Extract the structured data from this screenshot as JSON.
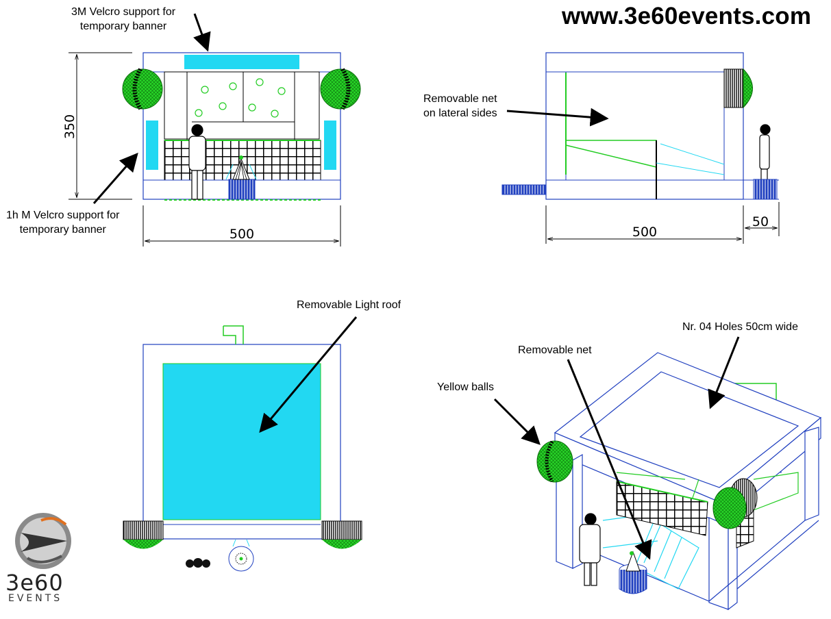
{
  "header": {
    "website": "www.3e60events.com"
  },
  "annotations": {
    "top_banner": [
      "3M Velcro support for",
      "temporary banner"
    ],
    "side_banner": [
      "1h M Velcro support for",
      "temporary banner"
    ],
    "lateral_net": [
      "Removable net",
      "on lateral sides"
    ],
    "light_roof": "Removable Light roof",
    "holes": "Nr. 04 Holes 50cm wide",
    "removable_net": "Removable net",
    "yellow_balls": "Yellow balls"
  },
  "dimensions": {
    "front_height": "350",
    "front_width": "500",
    "side_width": "500",
    "side_extra": "50"
  },
  "logo": {
    "brand": "3e60",
    "tagline": "EVENTS"
  },
  "colors": {
    "outline": "#1f3fbf",
    "cyan": "#22d8f2",
    "green": "#22cc22",
    "black": "#000000"
  }
}
